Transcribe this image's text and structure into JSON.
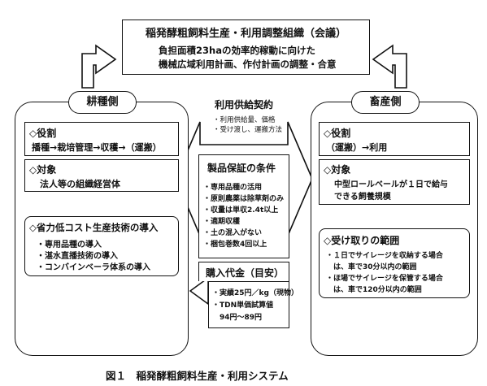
{
  "header": {
    "title": "稲発酵粗飼料生産・利用調整組織（会議）",
    "line1": "負担面積23haの効率的稼動に向けた",
    "line2": "機械広域利用計画、作付計画の調整・合意"
  },
  "left": {
    "label": "耕種側",
    "role_title": "◇役割",
    "role_text": "播種→栽培管理→収穫→（運搬）",
    "target_title": "◇対象",
    "target_text": "法人等の組織経営体",
    "tech_title": "◇省力低コスト生産技術の導入",
    "tech_items": [
      "・専用品種の導入",
      "・湛水直播技術の導入",
      "・コンバインベーラ体系の導入"
    ]
  },
  "right": {
    "label": "畜産側",
    "role_title": "◇役割",
    "role_text": "（運搬）→利用",
    "target_title": "◇対象",
    "target_lines": [
      "中型ロールベールが１日で給与",
      "できる飼養規模"
    ],
    "range_title": "◇受け取りの範囲",
    "range_lines": [
      "・１日でサイレージを収納する場合",
      "　は、車で30分以内の範囲",
      "・ほ場でサイレージを保管する場合",
      "　は、車で120分以内の範囲"
    ]
  },
  "center": {
    "contract_title": "利用供給契約",
    "contract_items": [
      "・利用供給量、価格",
      "・受け渡し、運搬方法"
    ],
    "quality_title": "製品保証の条件",
    "quality_items": [
      "・専用品種の活用",
      "・原則農薬は除草剤のみ",
      "・収量は単収2.4t以上",
      "・適期収穫",
      "・土の混入がない",
      "・梱包巻数4回以上"
    ],
    "price_title": "購入代金（目安）",
    "price_items": [
      "・実績25円／kg（現物）",
      "・TDN単価試算値",
      "　94円～89円"
    ]
  },
  "caption": "図１　稲発酵粗飼料生産・利用システム"
}
